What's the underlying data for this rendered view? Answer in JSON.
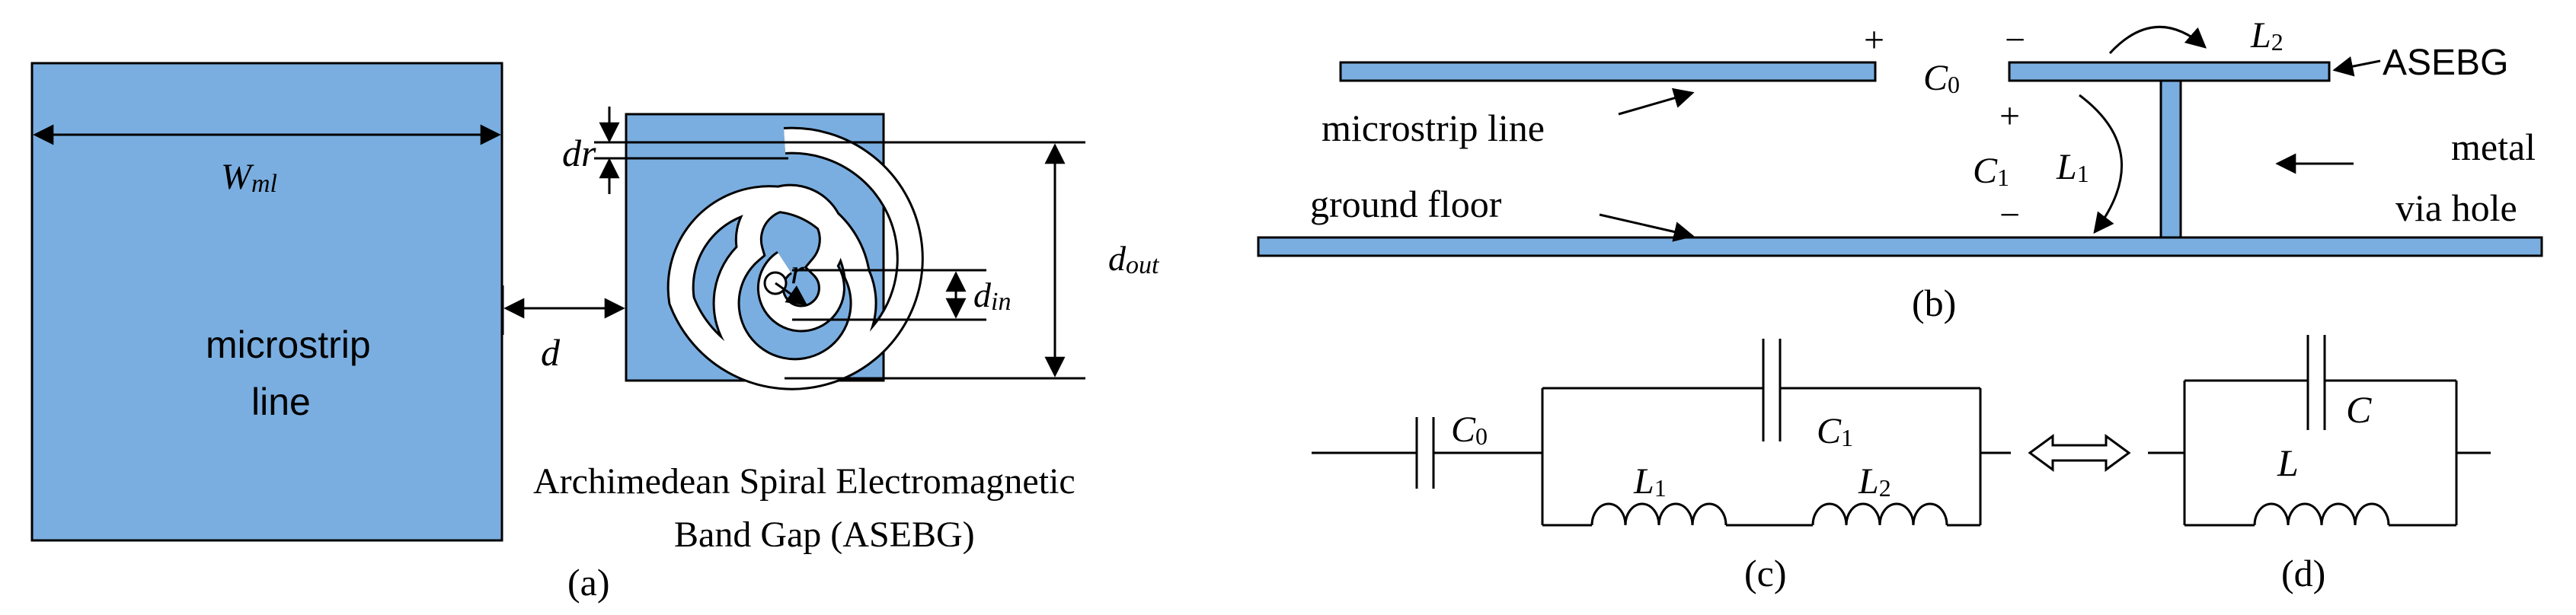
{
  "colors": {
    "fill": "#7aaee0",
    "stroke": "#000000",
    "background": "#ffffff"
  },
  "panel_a": {
    "wml_main": "W",
    "wml_sub": "ml",
    "microstrip_line1": "microstrip",
    "microstrip_line2": "line",
    "d_label": "d",
    "dr_label": "dr",
    "r_label": "r",
    "din_main": "d",
    "din_sub": "in",
    "dout_main": "d",
    "dout_sub": "out",
    "caption_line1": "Archimedean Spiral Electromagnetic",
    "caption_line2": "Band Gap (ASEBG)",
    "panel_label": "(a)"
  },
  "panel_b": {
    "plus_top": "+",
    "minus_top": "−",
    "c0_main": "C",
    "c0_sub": "0",
    "l2_main": "L",
    "l2_sub": "2",
    "asebg": "ASEBG",
    "microstrip_line": "microstrip line",
    "plus_c1": "+",
    "c1_main": "C",
    "c1_sub": "1",
    "l1_main": "L",
    "l1_sub": "1",
    "minus_c1": "−",
    "metal": "metal",
    "via_hole": "via hole",
    "ground_floor": "ground floor",
    "panel_label": "(b)"
  },
  "panel_c": {
    "c0_main": "C",
    "c0_sub": "0",
    "c1_main": "C",
    "c1_sub": "1",
    "l1_main": "L",
    "l1_sub": "1",
    "l2_main": "L",
    "l2_sub": "2",
    "panel_label": "(c)"
  },
  "panel_d": {
    "c_label": "C",
    "l_label": "L",
    "panel_label": "(d)"
  }
}
